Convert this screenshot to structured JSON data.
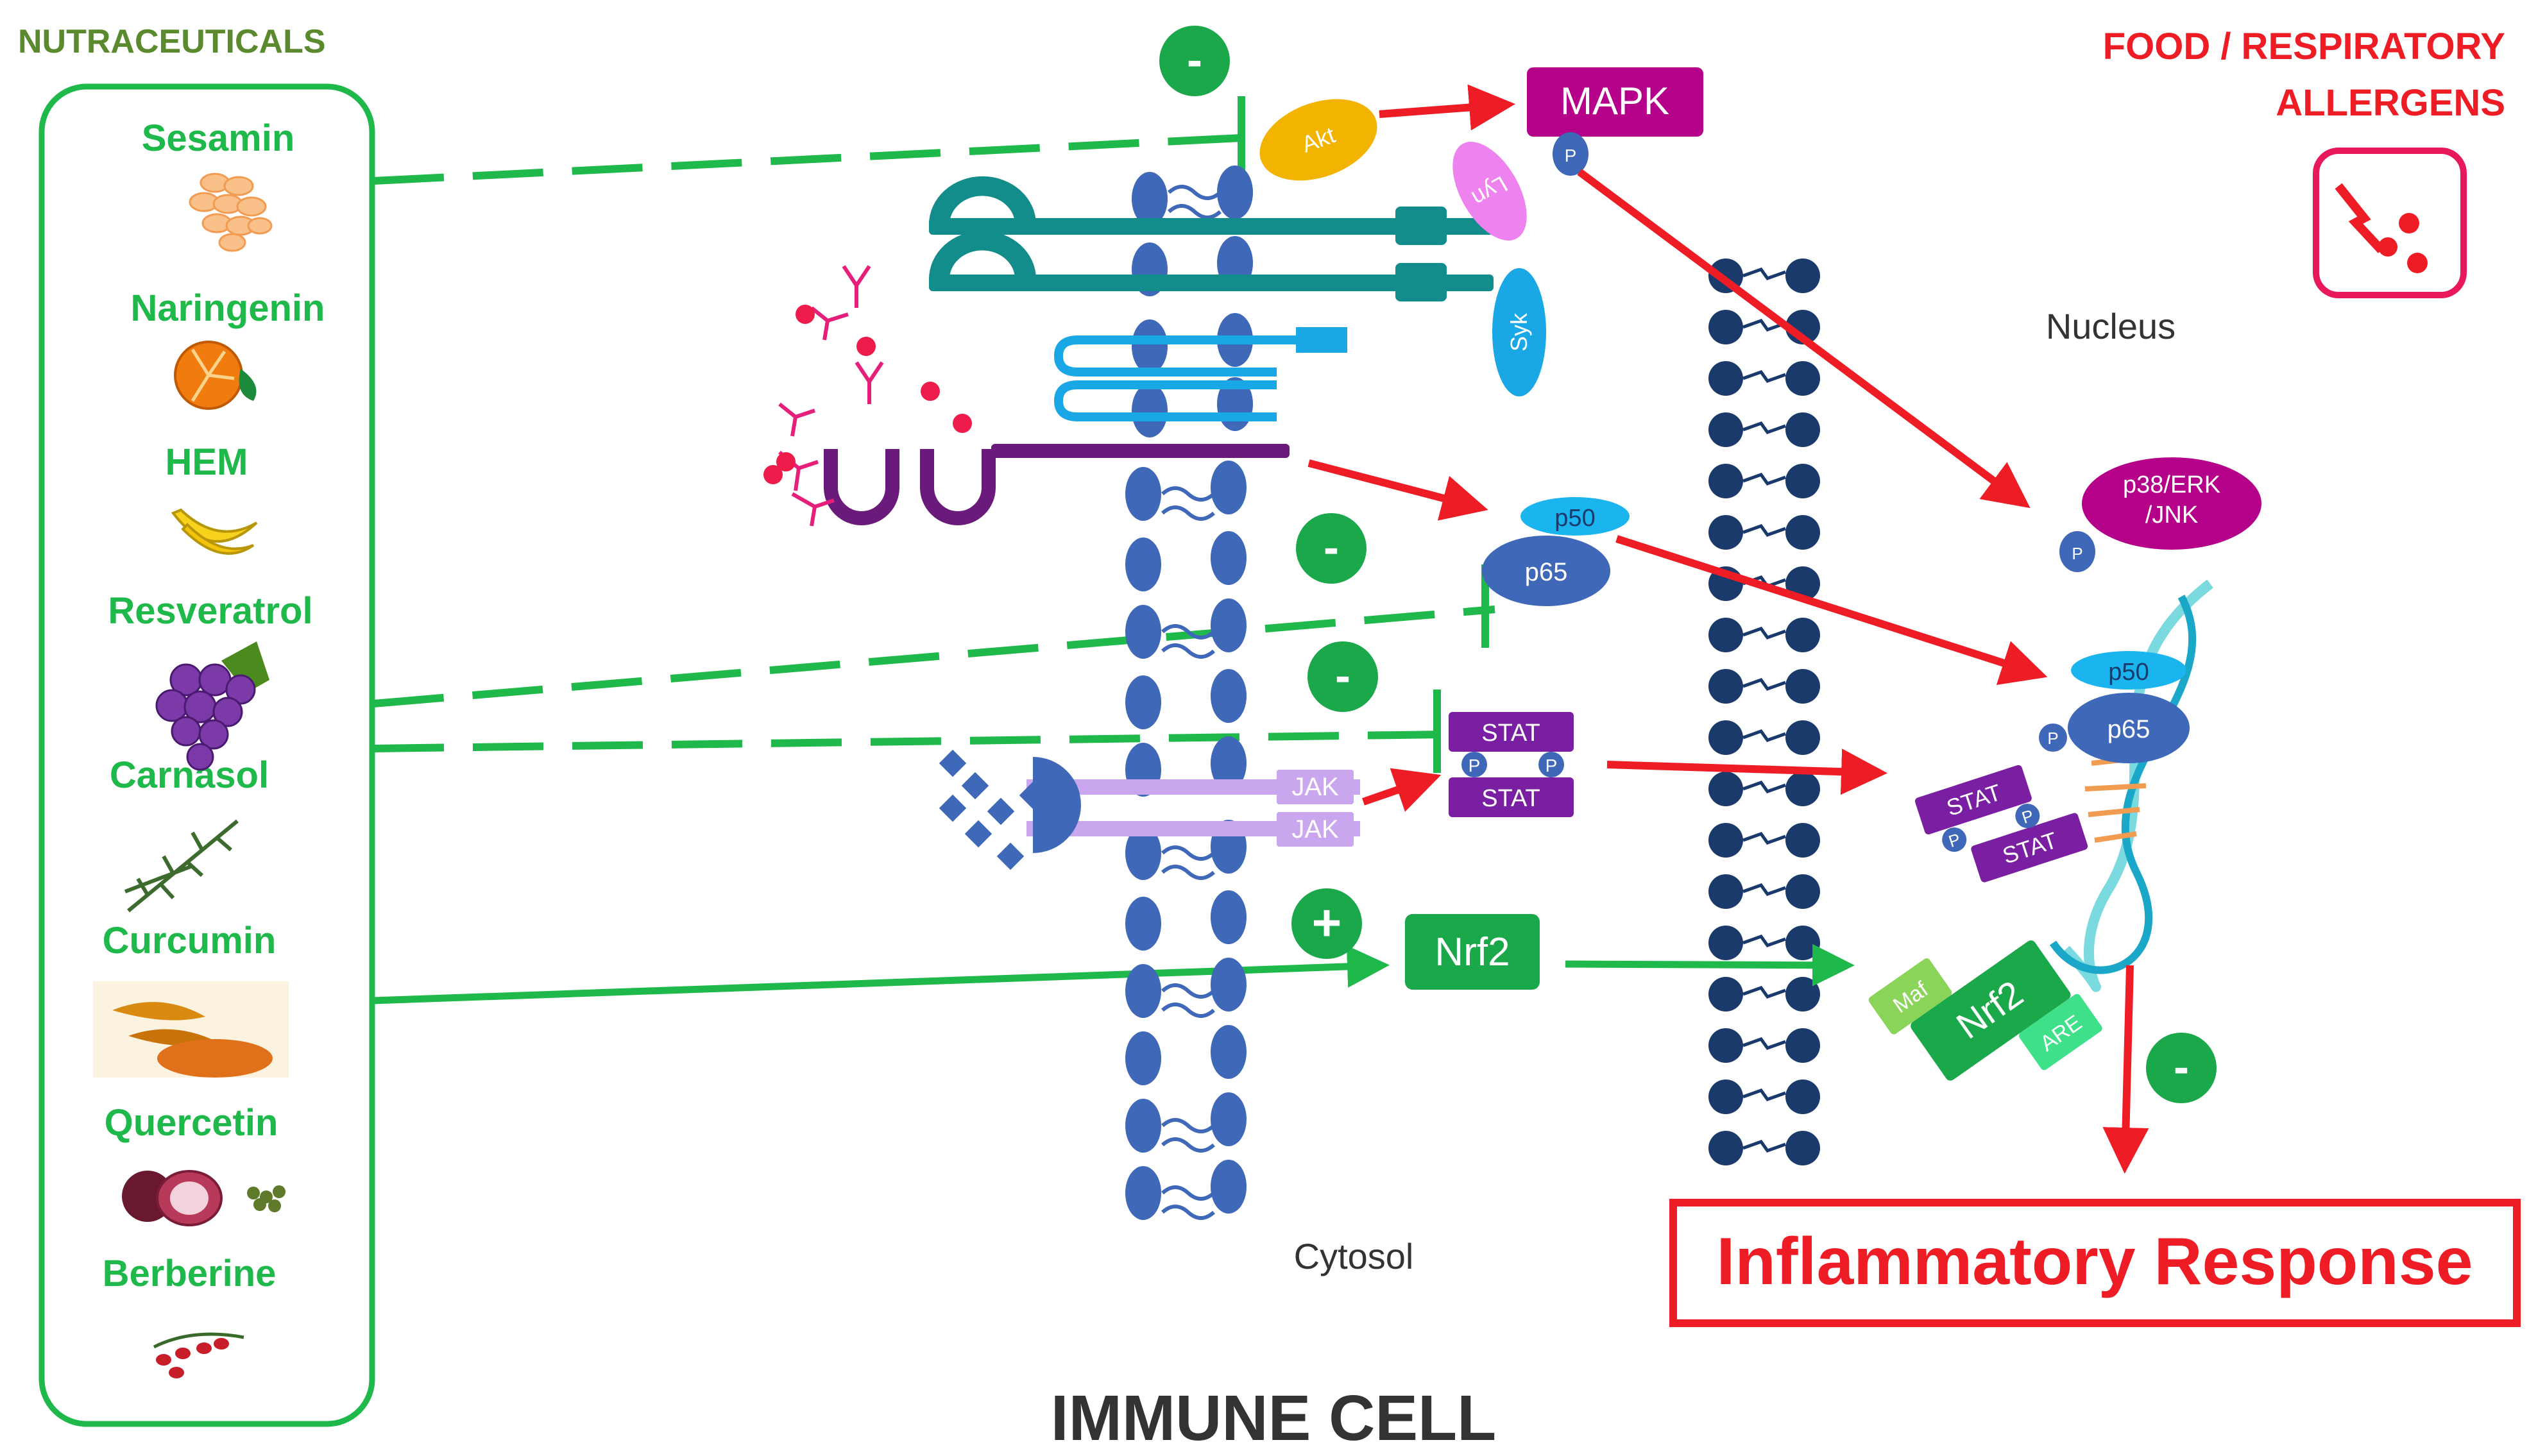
{
  "titles": {
    "nutraceuticals": "NUTRACEUTICALS",
    "allergens_line1": "FOOD / RESPIRATORY",
    "allergens_line2": "ALLERGENS",
    "immune_cell": "IMMUNE CELL",
    "nucleus": "Nucleus",
    "cytosol": "Cytosol",
    "inflammatory_response": "Inflammatory Response"
  },
  "nutraceuticals": [
    "Sesamin",
    "Naringenin",
    "HEM",
    "Resveratrol",
    "Carnasol",
    "Curcumin",
    "Quercetin",
    "Berberine"
  ],
  "proteins": {
    "mapk": "MAPK",
    "akt": "Akt",
    "lyn": "Lyn",
    "syk": "Syk",
    "p50": "p50",
    "p65": "p65",
    "stat": "STAT",
    "p": "P",
    "jak": "JAK",
    "nrf2": "Nrf2",
    "p38": "p38/ERK",
    "jnk": "/JNK",
    "maf": "Maf",
    "are": "ARE"
  },
  "effects": {
    "minus": "-",
    "plus": "+"
  },
  "colors": {
    "nutra_green": "#1fb84a",
    "title_green": "#5b8a2e",
    "arrow_red": "#ee1c24",
    "mapk_magenta": "#b5008a",
    "stat_purple": "#7b1fa2",
    "jak_lilac": "#c9a6ee",
    "membrane_blue": "#3f68b8",
    "nuclear_membrane": "#1a3a6b",
    "receptor_teal": "#138c8c",
    "nrf2_green": "#1aa84a",
    "akt_yellow": "#f2b400",
    "lyn_pink": "#ee82ee",
    "syk_cyan": "#1aa7e6",
    "p50_cyan": "#1ab4ee"
  }
}
